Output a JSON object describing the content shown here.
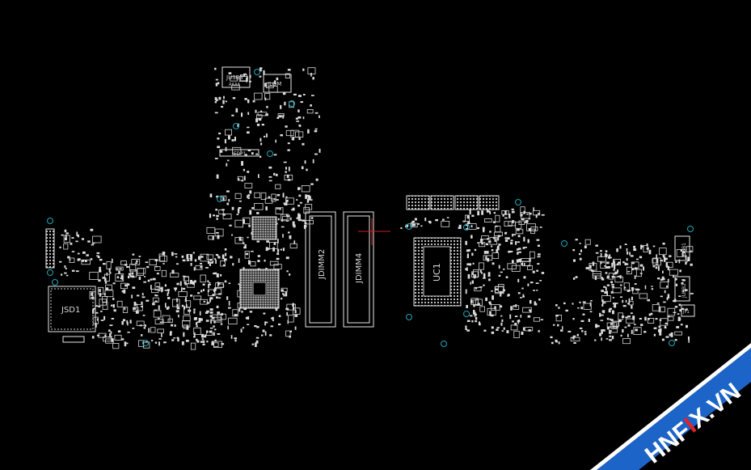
{
  "board": {
    "background": "#000000",
    "silkscreen_color": "#e6e6e6",
    "mounting_hole_color": "#1fa6b8",
    "cursor_color": "#d02020"
  },
  "labels": {
    "jusb3": "JUSB3",
    "jusb3_sub": "AAAA",
    "jcom": "JLOM",
    "jedp1": "JEDP1",
    "jsd1": "JSD1",
    "jdimm2": "JDIMM2",
    "jdimm4": "JDIMM4",
    "uc1": "UC1",
    "jusb1": "JUSB1",
    "jusb2": "JUSB2",
    "jp1": "JP1"
  },
  "watermark": {
    "text_a": "HNF",
    "text_b": "I",
    "text_c": "X.VN",
    "ribbon_color": "#1c64c8",
    "accent_color": "#e0242a"
  }
}
